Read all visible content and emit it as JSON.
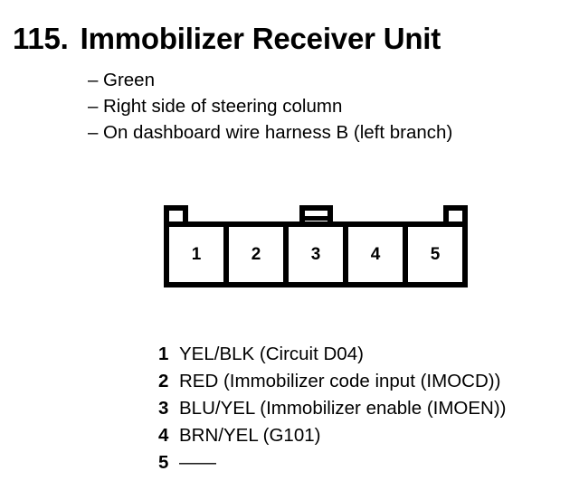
{
  "title": {
    "number": "115.",
    "text": "Immobilizer Receiver Unit"
  },
  "bullets": [
    {
      "dash": "–",
      "text": "Green"
    },
    {
      "dash": "–",
      "text": "Right side of steering column"
    },
    {
      "dash": "–",
      "text": "On dashboard wire harness B (left branch)"
    }
  ],
  "connector": {
    "pin_count": 5,
    "pins": [
      {
        "number": "1"
      },
      {
        "number": "2"
      },
      {
        "number": "3"
      },
      {
        "number": "4"
      },
      {
        "number": "5"
      }
    ]
  },
  "legend": [
    {
      "number": "1",
      "description": "YEL/BLK (Circuit D04)"
    },
    {
      "number": "2",
      "description": "RED (Immobilizer code input (IMOCD))"
    },
    {
      "number": "3",
      "description": "BLU/YEL (Immobilizer enable (IMOEN))"
    },
    {
      "number": "4",
      "description": "BRN/YEL (G101)"
    },
    {
      "number": "5",
      "description": "——"
    }
  ],
  "colors": {
    "ink": "#000000",
    "background": "#ffffff"
  }
}
